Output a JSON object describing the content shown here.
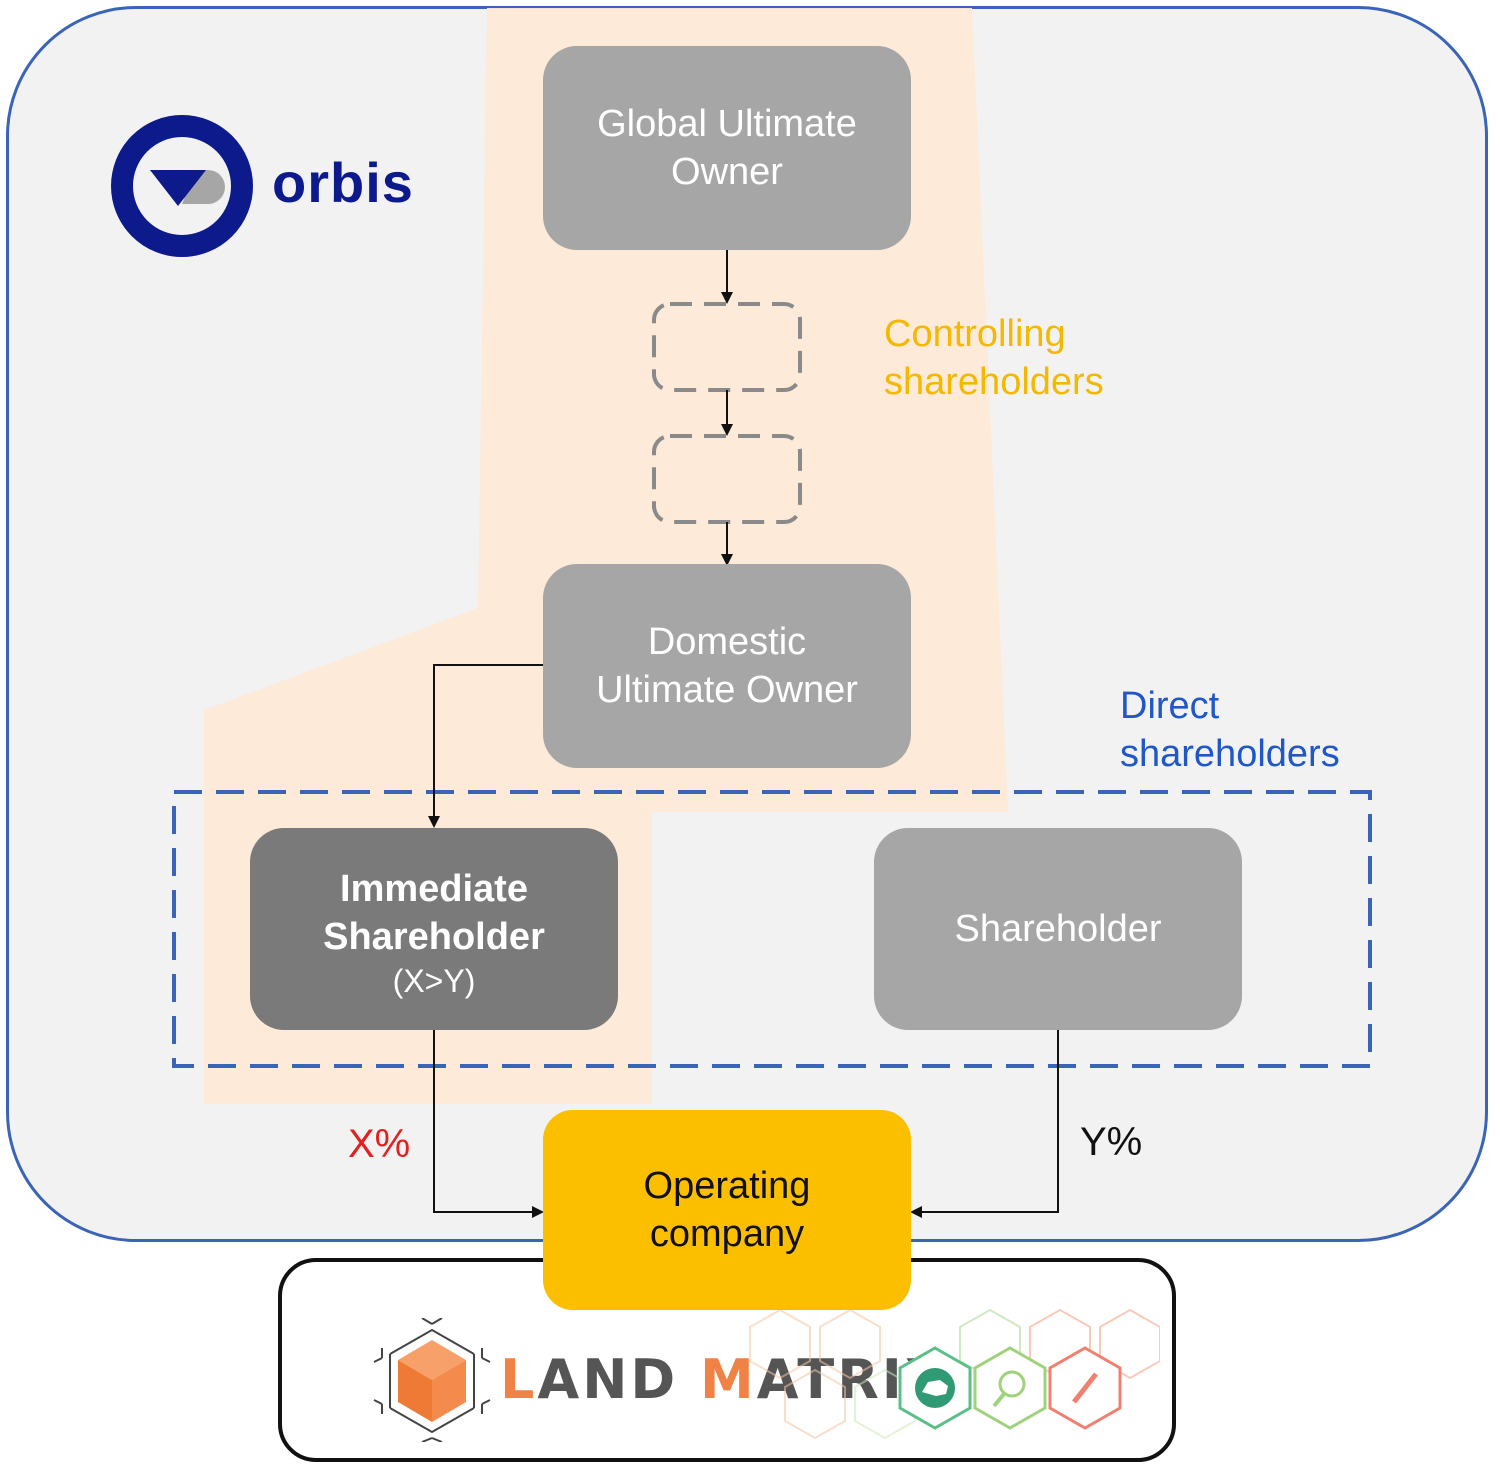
{
  "orbis": {
    "brand": "orbis"
  },
  "nodes": {
    "global_ultimate_owner": [
      "Global Ultimate",
      "Owner"
    ],
    "domestic_ultimate_owner": [
      "Domestic",
      "Ultimate Owner"
    ],
    "immediate_shareholder": [
      "Immediate",
      "Shareholder"
    ],
    "immediate_condition": "(X>Y)",
    "shareholder": "Shareholder",
    "operating_company": [
      "Operating",
      "company"
    ]
  },
  "labels": {
    "controlling": [
      "Controlling",
      "shareholders"
    ],
    "direct": [
      "Direct",
      "shareholders"
    ],
    "x_percent": "X%",
    "y_percent": "Y%"
  },
  "land_matrix": {
    "word_first_letter": "L",
    "word_part1": "AND ",
    "word_second_letter": "M",
    "word_part2": "ATRIX"
  },
  "colors": {
    "frame_border": "#3a64b7",
    "controlling_zone": "#fde9d6",
    "box_gray": "#a6a6a6",
    "box_dark": "#7a7a7a",
    "operating": "#fcbf00",
    "controlling_text": "#f5b800",
    "direct_text": "#1f57c7",
    "x_text": "#e32020",
    "orbis_navy": "#0d1a8c",
    "land_matrix_orange": "#f08246"
  }
}
